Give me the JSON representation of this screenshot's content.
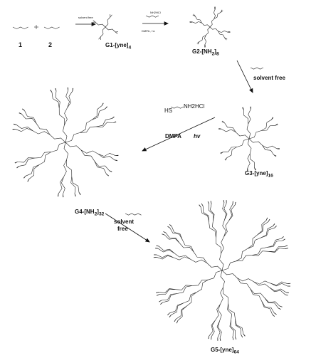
{
  "compounds": {
    "reactant_1": {
      "number": "1"
    },
    "reactant_2": {
      "number": "2"
    },
    "g1": {
      "base": "G1-[yne]",
      "subscript": "4"
    },
    "g2": {
      "base": "G2-[NH",
      "subscript": "2",
      "suffix": "]",
      "subscript2": "8"
    },
    "g3": {
      "base": "G3-[yne]",
      "subscript": "16"
    },
    "g4": {
      "base": "G4-[NH",
      "subscript": "2",
      "suffix": "]",
      "subscript2": "32"
    },
    "g5": {
      "base": "G5-[yne]",
      "subscript": "64"
    }
  },
  "conditions": {
    "step1": "solvent free",
    "step2_reagent_small": "NH2HCl",
    "step2_cond_small": "DMPA , hv",
    "step3": "solvent free",
    "step4_thiol": "HS",
    "step4_amine": "NH2HCl",
    "step4_dmpa": "DMPA",
    "step4_light": "hv",
    "step5_line1": "solvent",
    "step5_line2": "free"
  }
}
